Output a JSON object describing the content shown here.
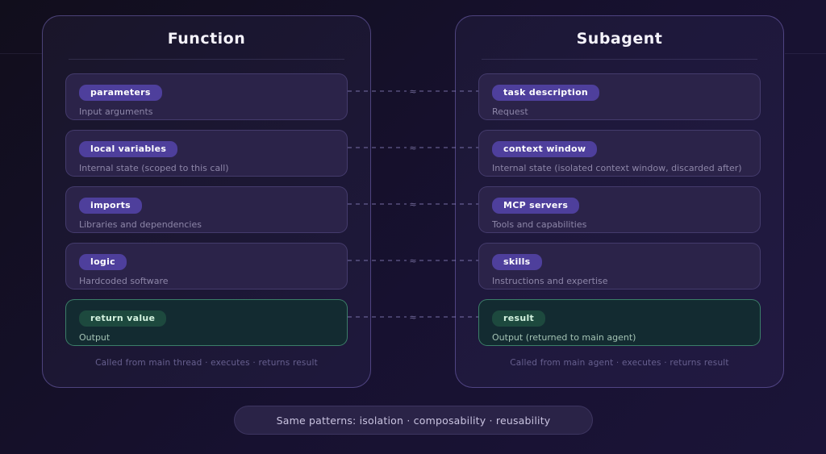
{
  "columns": [
    {
      "title": "Function",
      "rows": [
        {
          "badge": "parameters",
          "description": "Input arguments",
          "style": "purple"
        },
        {
          "badge": "local variables",
          "description": "Internal state (scoped to this call)",
          "style": "purple"
        },
        {
          "badge": "imports",
          "description": "Libraries and dependencies",
          "style": "purple"
        },
        {
          "badge": "logic",
          "description": "Hardcoded software",
          "style": "purple"
        },
        {
          "badge": "return value",
          "description": "Output",
          "style": "green"
        }
      ],
      "footer": "Called from main thread · executes · returns result"
    },
    {
      "title": "Subagent",
      "rows": [
        {
          "badge": "task description",
          "description": "Request",
          "style": "purple"
        },
        {
          "badge": "context window",
          "description": "Internal state (isolated context window, discarded after)",
          "style": "purple"
        },
        {
          "badge": "MCP servers",
          "description": "Tools and capabilities",
          "style": "purple"
        },
        {
          "badge": "skills",
          "description": "Instructions and expertise",
          "style": "purple"
        },
        {
          "badge": "result",
          "description": "Output (returned to main agent)",
          "style": "green"
        }
      ],
      "footer": "Called from main agent · executes · returns result"
    }
  ],
  "connectors": {
    "symbol": "≈",
    "rows_y": [
      113,
      183,
      253,
      323,
      393
    ]
  },
  "bottom_note": "Same patterns: isolation · composability · reusability",
  "colors": {
    "badge_bg": "#4e3f9c",
    "green_badge_bg": "#1d493e",
    "green_border": "rgba(93,194,150,0.55)",
    "box_bg": "#2b2349",
    "pill_bg": "#2a2347",
    "title_text": "#f4f2fa",
    "desc_text": "#8d86a8"
  }
}
